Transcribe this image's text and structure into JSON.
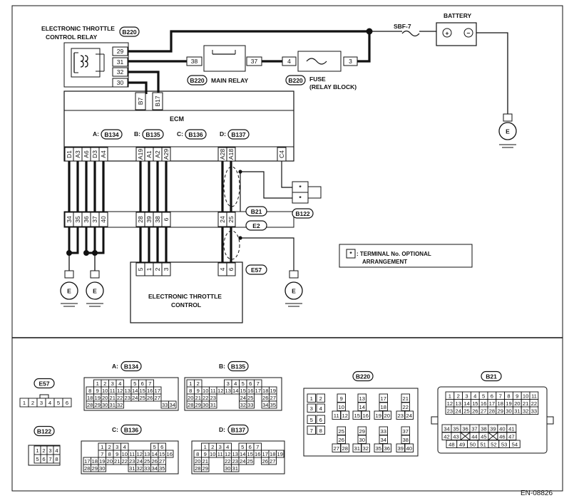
{
  "top": {
    "relay_title": [
      "ELECTRONIC THROTTLE",
      "CONTROL RELAY"
    ],
    "relay_conn": "B220",
    "relay_pins": [
      "29",
      "31",
      "32",
      "30"
    ],
    "relay_ecm_pins": [
      "B7",
      "B17"
    ],
    "main_relay_label": "MAIN RELAY",
    "main_relay_conn": "B220",
    "main_relay_pins": [
      "38",
      "37"
    ],
    "fuse_label": [
      "FUSE",
      "(RELAY BLOCK)"
    ],
    "fuse_conn": "B220",
    "fuse_pins": [
      "4",
      "3"
    ],
    "sbf_label": "SBF-7",
    "battery_label": "BATTERY",
    "battery_plus": "+",
    "battery_minus": "−"
  },
  "ecm": {
    "title": "ECM",
    "connectors": [
      {
        "prefix": "A:",
        "name": "B134"
      },
      {
        "prefix": "B:",
        "name": "B135"
      },
      {
        "prefix": "C:",
        "name": "B136"
      },
      {
        "prefix": "D:",
        "name": "B137"
      }
    ],
    "pins": [
      "D1",
      "A3",
      "A6",
      "D3",
      "A4",
      "A19",
      "A1",
      "A2",
      "A29",
      "A28",
      "A18",
      "C4"
    ]
  },
  "harness": {
    "b21_pins": [
      "34",
      "35",
      "36",
      "37",
      "40",
      "28",
      "39",
      "38",
      "6",
      "24",
      "25"
    ],
    "b21_label": "B21",
    "e2_label": "E2",
    "e57_pins": [
      "5",
      "1",
      "2",
      "3",
      "4",
      "6"
    ],
    "e57_label": "E57",
    "b122_label": "B122",
    "b122_pins": [
      "*",
      "*"
    ],
    "throttle_label": [
      "ELECTRONIC THROTTLE",
      "CONTROL"
    ],
    "ground": "E",
    "note_symbol": "*",
    "note_text": [
      ": TERMINAL No. OPTIONAL",
      "ARRANGEMENT"
    ]
  },
  "connectors": {
    "e57": {
      "name": "E57",
      "rows": [
        [
          "1",
          "2",
          "3",
          "4",
          "5",
          "6"
        ]
      ]
    },
    "b122": {
      "name": "B122",
      "rows": [
        [
          "1",
          "2",
          "3",
          "4"
        ],
        [
          "5",
          "6",
          "7",
          "8"
        ]
      ]
    },
    "b134": {
      "prefix": "A:",
      "name": "B134",
      "rows": [
        [
          "1",
          "2",
          "3",
          "4",
          "5",
          "6",
          "7"
        ],
        [
          "8",
          "9",
          "10",
          "11",
          "12",
          "13",
          "14",
          "15",
          "16",
          "17"
        ],
        [
          "18",
          "19",
          "20",
          "21",
          "22",
          "23",
          "24",
          "25",
          "26",
          "27"
        ],
        [
          "28",
          "29",
          "30",
          "31",
          "32",
          "33",
          "34"
        ]
      ]
    },
    "b135": {
      "prefix": "B:",
      "name": "B135",
      "rows": [
        [
          "1",
          "2",
          "3",
          "4",
          "5",
          "6",
          "7"
        ],
        [
          "8",
          "9",
          "10",
          "11",
          "12",
          "13",
          "14",
          "15",
          "16",
          "17",
          "18",
          "19"
        ],
        [
          "20",
          "21",
          "22",
          "23",
          "24",
          "25",
          "26",
          "27"
        ],
        [
          "28",
          "29",
          "30",
          "31",
          "32",
          "33",
          "34",
          "35"
        ]
      ]
    },
    "b136": {
      "prefix": "C:",
      "name": "B136",
      "rows": [
        [
          "1",
          "2",
          "3",
          "4",
          "5",
          "6"
        ],
        [
          "7",
          "8",
          "9",
          "10",
          "11",
          "12",
          "13",
          "14",
          "15",
          "16"
        ],
        [
          "17",
          "18",
          "19",
          "20",
          "21",
          "22",
          "23",
          "24",
          "25",
          "26",
          "27"
        ],
        [
          "28",
          "29",
          "30",
          "31",
          "32",
          "33",
          "34",
          "35"
        ]
      ]
    },
    "b137": {
      "prefix": "D:",
      "name": "B137",
      "rows": [
        [
          "1",
          "2",
          "3",
          "4",
          "5",
          "6",
          "7"
        ],
        [
          "8",
          "9",
          "10",
          "11",
          "12",
          "13",
          "14",
          "15",
          "16",
          "17",
          "18",
          "19"
        ],
        [
          "20",
          "21",
          "22",
          "23",
          "24",
          "25",
          "26",
          "27"
        ],
        [
          "28",
          "29",
          "30",
          "31"
        ]
      ]
    },
    "b220": {
      "name": "B220",
      "cells": [
        "1",
        "2",
        "3",
        "4",
        "5",
        "6",
        "7",
        "8",
        "9",
        "10",
        "11",
        "12",
        "13",
        "14",
        "15",
        "16",
        "17",
        "18",
        "19",
        "20",
        "21",
        "22",
        "23",
        "24",
        "25",
        "26",
        "27",
        "28",
        "29",
        "30",
        "31",
        "32",
        "33",
        "34",
        "35",
        "36",
        "37",
        "38",
        "39",
        "40"
      ]
    },
    "b21": {
      "name": "B21",
      "rows": [
        [
          "1",
          "2",
          "3",
          "4",
          "5",
          "6",
          "7",
          "8",
          "9",
          "10",
          "11"
        ],
        [
          "12",
          "13",
          "14",
          "15",
          "16",
          "17",
          "18",
          "19",
          "20",
          "21",
          "22"
        ],
        [
          "23",
          "24",
          "25",
          "26",
          "27",
          "28",
          "29",
          "30",
          "31",
          "32",
          "33"
        ],
        [
          "34",
          "35",
          "36",
          "37",
          "38",
          "39",
          "40",
          "41"
        ],
        [
          "42",
          "43",
          "44",
          "45",
          "46",
          "47"
        ],
        [
          "48",
          "49",
          "50",
          "51",
          "52",
          "53",
          "54"
        ]
      ]
    }
  },
  "footer_code": "EN-08826"
}
